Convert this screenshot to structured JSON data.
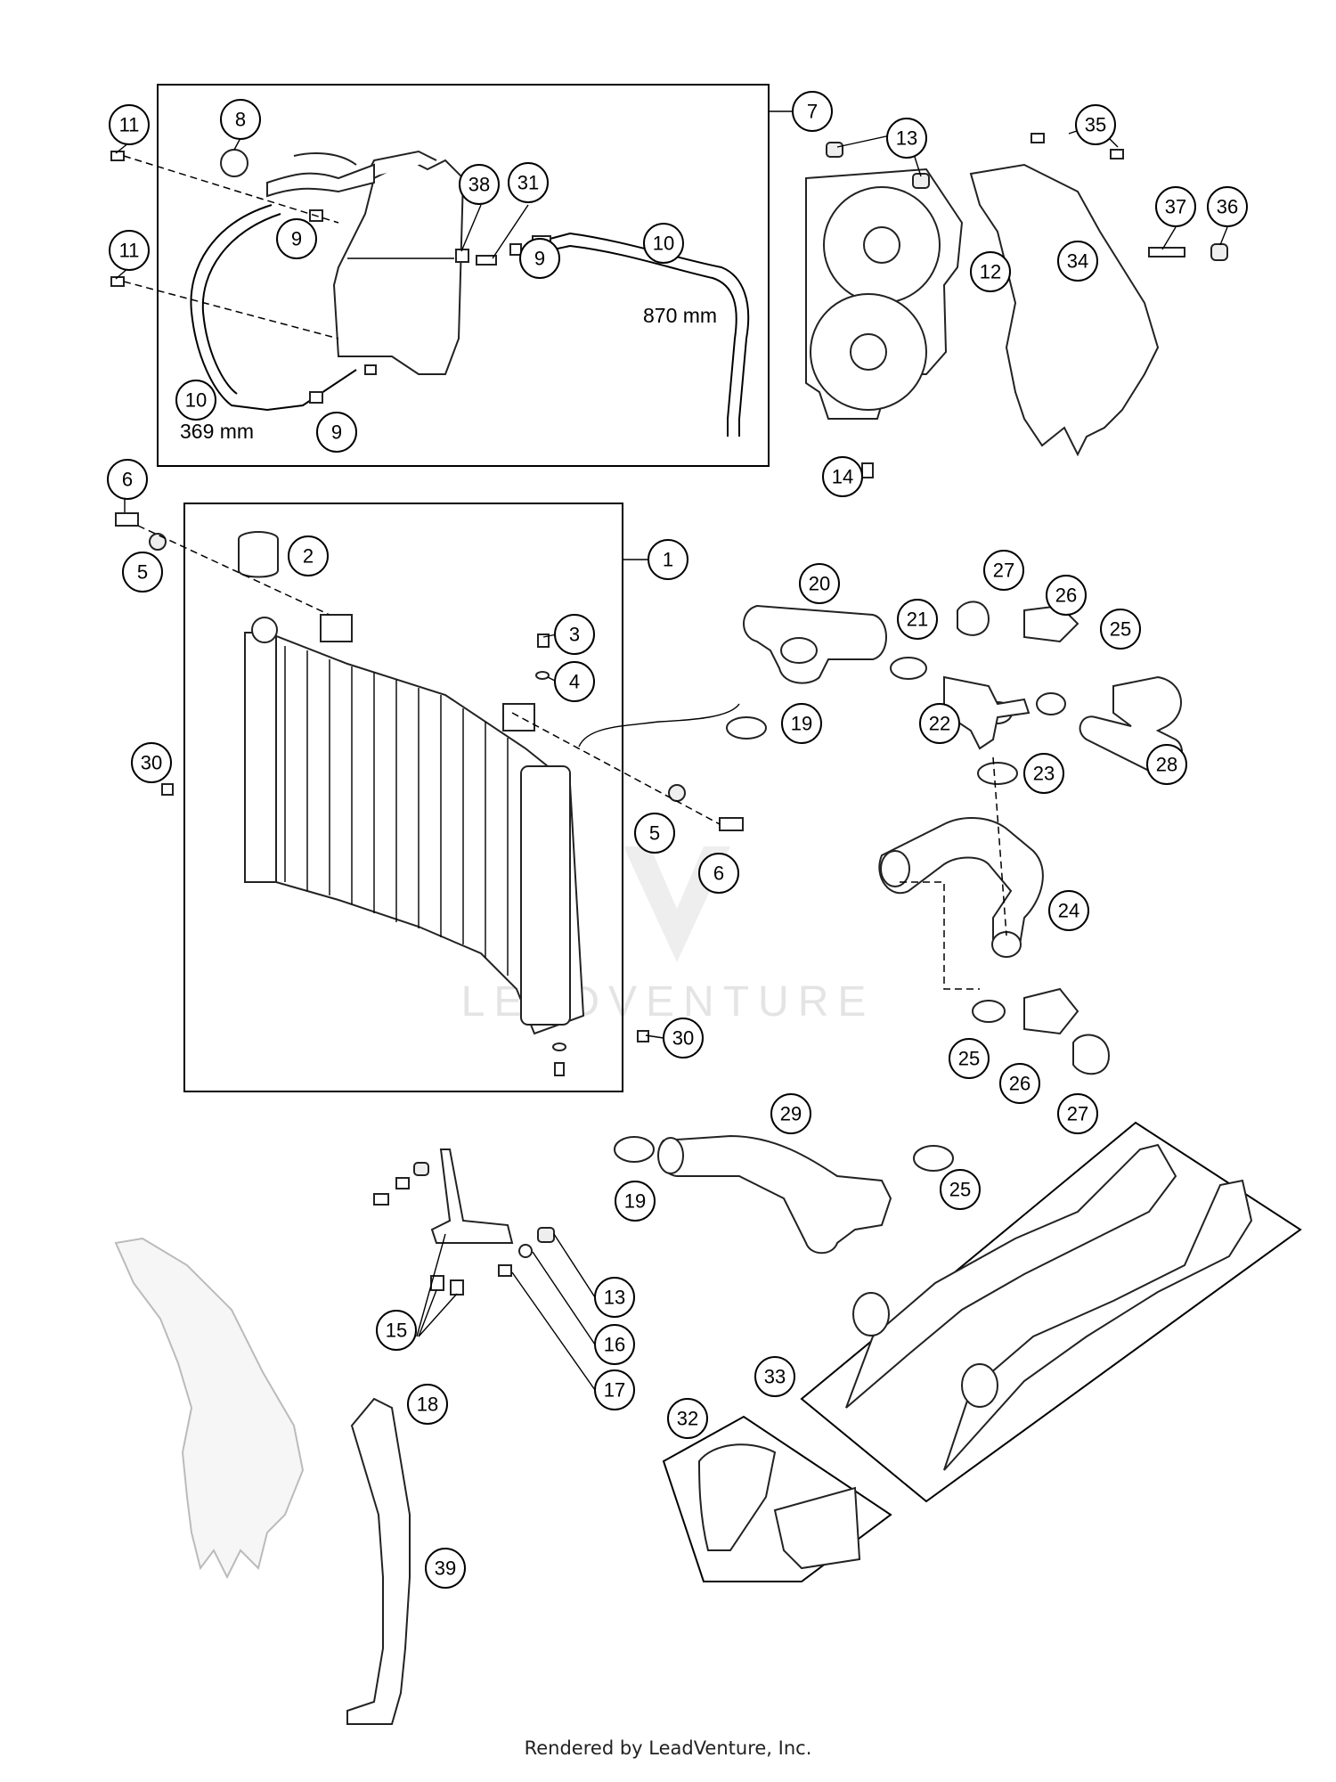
{
  "callouts": [
    {
      "n": "1"
    },
    {
      "n": "2"
    },
    {
      "n": "3"
    },
    {
      "n": "4"
    },
    {
      "n": "5"
    },
    {
      "n": "5"
    },
    {
      "n": "6"
    },
    {
      "n": "6"
    },
    {
      "n": "7"
    },
    {
      "n": "8"
    },
    {
      "n": "9"
    },
    {
      "n": "9"
    },
    {
      "n": "9"
    },
    {
      "n": "10"
    },
    {
      "n": "10"
    },
    {
      "n": "11"
    },
    {
      "n": "11"
    },
    {
      "n": "12"
    },
    {
      "n": "13"
    },
    {
      "n": "13"
    },
    {
      "n": "14"
    },
    {
      "n": "15"
    },
    {
      "n": "16"
    },
    {
      "n": "17"
    },
    {
      "n": "18"
    },
    {
      "n": "19"
    },
    {
      "n": "19"
    },
    {
      "n": "20"
    },
    {
      "n": "21"
    },
    {
      "n": "22"
    },
    {
      "n": "23"
    },
    {
      "n": "24"
    },
    {
      "n": "25"
    },
    {
      "n": "25"
    },
    {
      "n": "25"
    },
    {
      "n": "26"
    },
    {
      "n": "26"
    },
    {
      "n": "27"
    },
    {
      "n": "27"
    },
    {
      "n": "28"
    },
    {
      "n": "29"
    },
    {
      "n": "30"
    },
    {
      "n": "30"
    },
    {
      "n": "31"
    },
    {
      "n": "32"
    },
    {
      "n": "33"
    },
    {
      "n": "34"
    },
    {
      "n": "35"
    },
    {
      "n": "36"
    },
    {
      "n": "37"
    },
    {
      "n": "38"
    },
    {
      "n": "39"
    }
  ],
  "dimensions": {
    "hose_long": "870 mm",
    "hose_short": "369 mm"
  },
  "watermark": "LEADVENTURE",
  "footer": "Rendered by LeadVenture, Inc."
}
